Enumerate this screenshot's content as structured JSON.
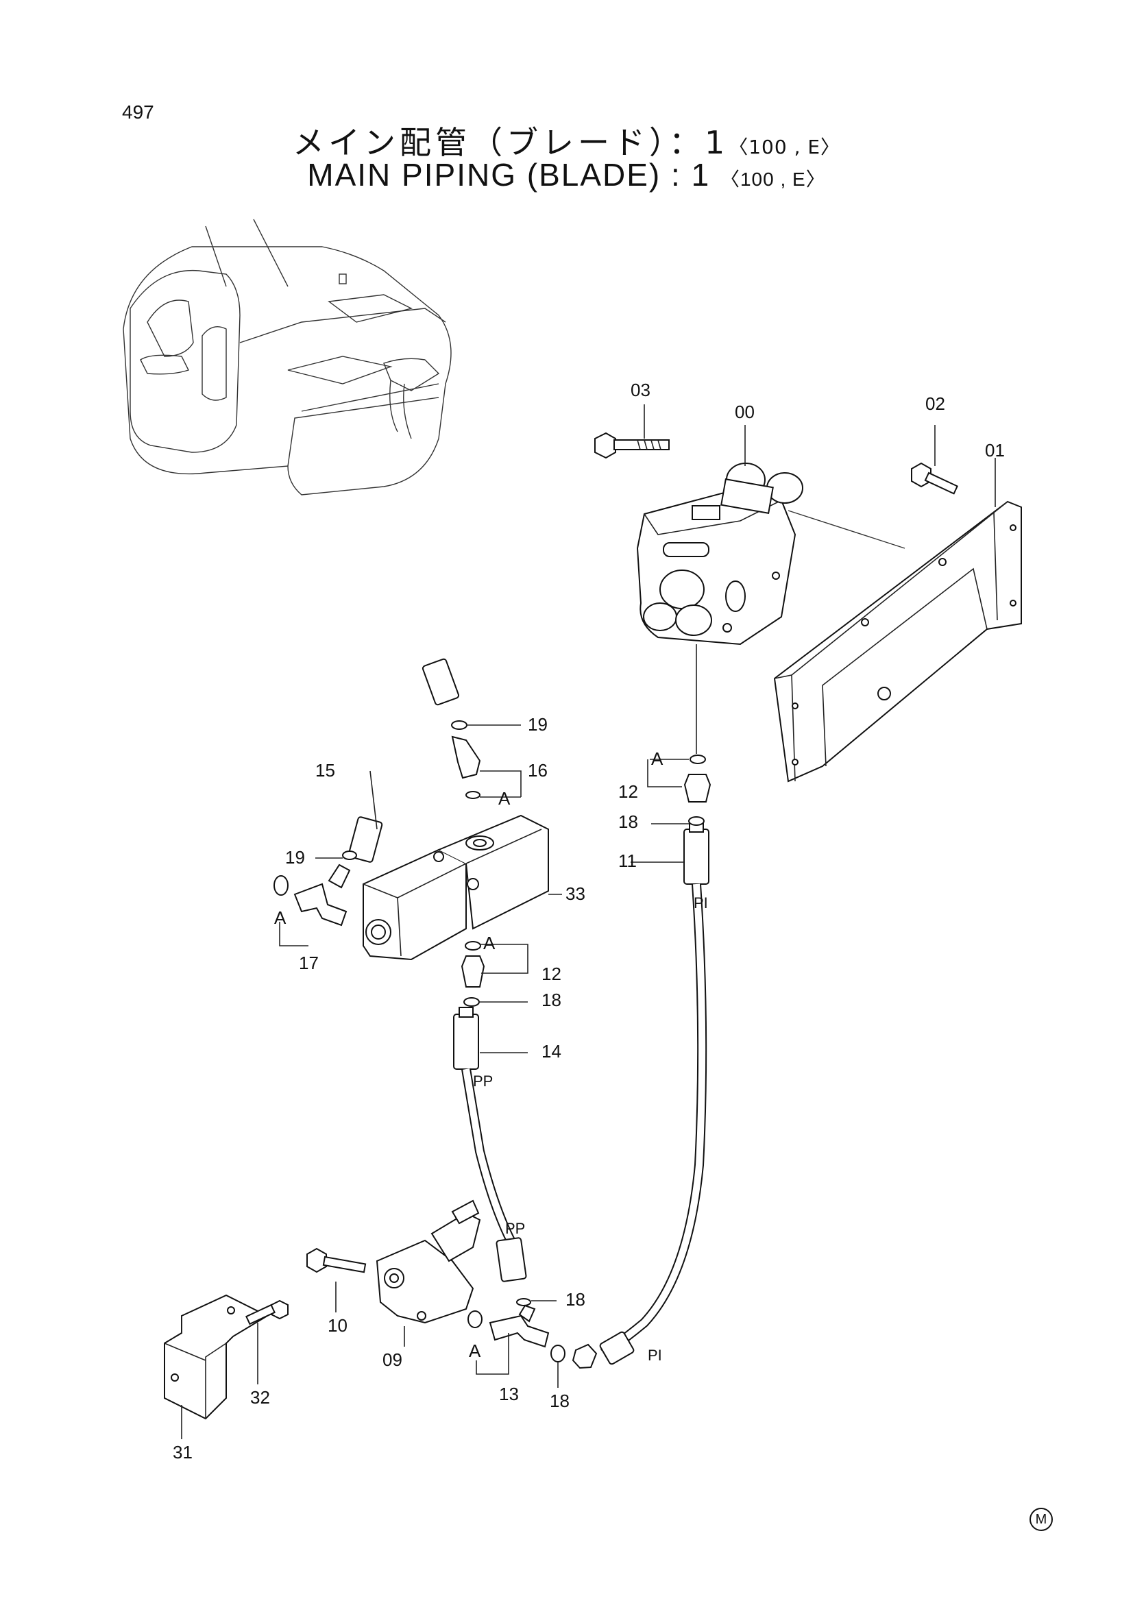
{
  "page_number": "497",
  "title_ja": "メイン配管（ブレード）：1",
  "title_en": "MAIN PIPING (BLADE) : 1",
  "title_suffix": "〈100 , E〉",
  "labels": {
    "p00": "00",
    "p01": "01",
    "p02": "02",
    "p03": "03",
    "p09": "09",
    "p10": "10",
    "p11": "11",
    "p12a": "12",
    "p12b": "12",
    "p13": "13",
    "p14": "14",
    "p15": "15",
    "p16": "16",
    "p17": "17",
    "p18a": "18",
    "p18b": "18",
    "p18c": "18",
    "p18d": "18",
    "p19a": "19",
    "p19b": "19",
    "p31": "31",
    "p32": "32",
    "p33": "33",
    "a1": "A",
    "a2": "A",
    "a3": "A",
    "a4": "A",
    "a5": "A",
    "pi1": "PI",
    "pi2": "PI",
    "pp1": "PP",
    "pp2": "PP"
  },
  "corner_mark": "M"
}
